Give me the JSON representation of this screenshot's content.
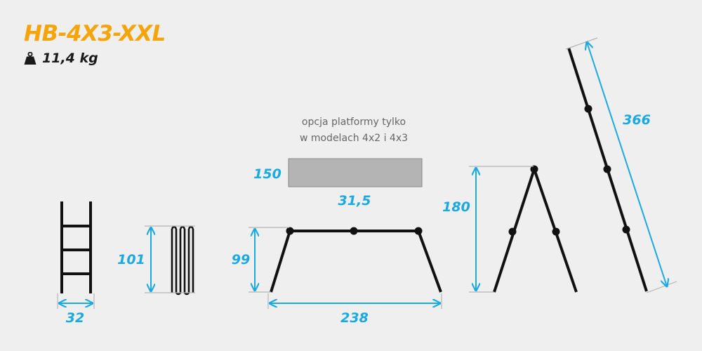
{
  "product": {
    "model": "HB-4X3-XXL",
    "weight": "11,4 kg"
  },
  "icons": {
    "weight": "weight-icon"
  },
  "colors": {
    "model": "#f5a50a",
    "dimension": "#1aa9e0",
    "ladder": "#111111",
    "guide": "#b5b5b5",
    "platform": "#b4b4b4",
    "background": "#efefef"
  },
  "dimensions": {
    "ladder_width": "32",
    "folded_height": "101",
    "scaffold_height": "99",
    "scaffold_length": "238",
    "platform_height": "150",
    "platform_width": "31,5",
    "aframe_height": "180",
    "extended_length": "366"
  },
  "platform_note": {
    "line1": "opcja platformy tylko",
    "line2": "w modelach 4x2 i 4x3"
  }
}
